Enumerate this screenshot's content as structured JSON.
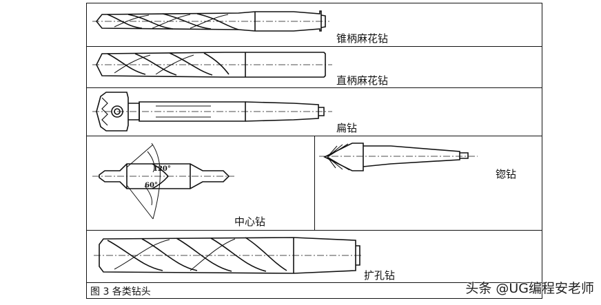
{
  "figure": {
    "caption": "图 3 各类钻头",
    "watermark": "头条 @UG编程安老师"
  },
  "panels": [
    {
      "label": "锥柄麻花钻"
    },
    {
      "label": "直柄麻花钻"
    },
    {
      "label": "扁钻"
    },
    {
      "label": "中心钻",
      "angles": [
        "120°",
        "60°"
      ]
    },
    {
      "label": "锪钻"
    },
    {
      "label": "扩孔钻"
    }
  ]
}
